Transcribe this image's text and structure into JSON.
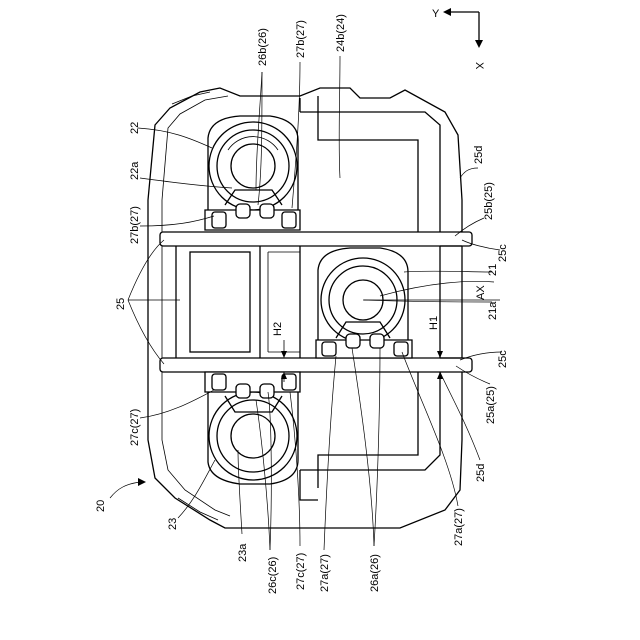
{
  "figure": {
    "axes": {
      "y_label": "Y",
      "x_label": "X"
    },
    "labels": {
      "l20": "20",
      "l22": "22",
      "l22a": "22a",
      "l27b_left": "27b(27)",
      "l25": "25",
      "l27c_left": "27c(27)",
      "l23": "23",
      "l23a": "23a",
      "l26c": "26c(26)",
      "l27c_bottom": "27c(27)",
      "l27a_bottom": "27a(27)",
      "l26a": "26a(26)",
      "l27a_right": "27a(27)",
      "l25d_bottom": "25d",
      "l25a": "25a(25)",
      "l25c_bottom": "25c",
      "l21a": "21a",
      "lAX": "AX",
      "l21": "21",
      "l25c_top": "25c",
      "l25b": "25b(25)",
      "l25d_top": "25d",
      "l26b": "26b(26)",
      "l27b_top": "27b(27)",
      "l24b": "24b(24)",
      "lH1": "H1",
      "lH2": "H2"
    }
  }
}
